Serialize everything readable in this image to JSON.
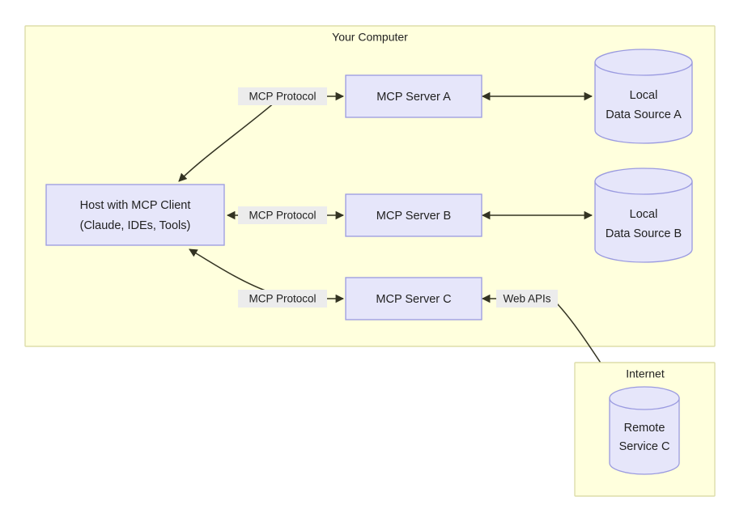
{
  "diagram": {
    "title_visible": false,
    "groups": [
      {
        "id": "your-computer",
        "label": "Your Computer"
      },
      {
        "id": "internet",
        "label": "Internet"
      }
    ],
    "nodes": {
      "host": {
        "line1": "Host with MCP Client",
        "line2": "(Claude, IDEs, Tools)"
      },
      "server_a": {
        "label": "MCP Server A"
      },
      "server_b": {
        "label": "MCP Server B"
      },
      "server_c": {
        "label": "MCP Server C"
      },
      "data_source_a": {
        "line1": "Local",
        "line2": "Data Source A"
      },
      "data_source_b": {
        "line1": "Local",
        "line2": "Data Source B"
      },
      "remote_service_c": {
        "line1": "Remote",
        "line2": "Service C"
      }
    },
    "edges": [
      {
        "id": "host-server-a",
        "label": "MCP Protocol",
        "from": "host",
        "to": "server_a",
        "direction": "both"
      },
      {
        "id": "host-server-b",
        "label": "MCP Protocol",
        "from": "host",
        "to": "server_b",
        "direction": "both"
      },
      {
        "id": "host-server-c",
        "label": "MCP Protocol",
        "from": "host",
        "to": "server_c",
        "direction": "both"
      },
      {
        "id": "server-a-data-a",
        "label": "",
        "from": "server_a",
        "to": "data_source_a",
        "direction": "both"
      },
      {
        "id": "server-b-data-b",
        "label": "",
        "from": "server_b",
        "to": "data_source_b",
        "direction": "both"
      },
      {
        "id": "server-c-remote-c",
        "label": "Web APIs",
        "from": "server_c",
        "to": "remote_service_c",
        "direction": "both"
      }
    ],
    "colors": {
      "group_fill": "#FFFFDD",
      "group_stroke": "#DDDDAA",
      "node_fill": "#E6E6FA",
      "node_stroke": "#9A9AE0",
      "edge_stroke": "#333322",
      "edge_label_bg": "#ECECEC",
      "text": "#222222",
      "canvas": "#FFFFFF"
    }
  }
}
